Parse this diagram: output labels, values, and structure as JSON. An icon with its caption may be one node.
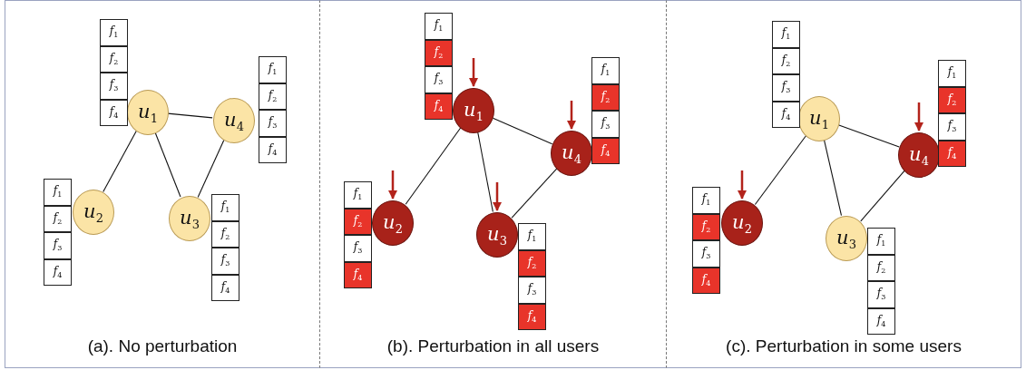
{
  "diagram": {
    "nodes": [
      {
        "text": [
          "(a). No perturbation"
        ]
      },
      {
        "text": [
          "*u*$_{1}$"
        ],
        "in": 0
      },
      {
        "text": [
          "*f*$_{1}$"
        ],
        "in": 0
      },
      {
        "text": [
          "*f*$_{2}$"
        ],
        "in": 0
      },
      {
        "text": [
          "*f*$_{3}$"
        ],
        "in": 0
      },
      {
        "text": [
          "*f*$_{4}$"
        ],
        "in": 0
      },
      {
        "text": [
          "*u*$_{2}$"
        ],
        "in": 0
      },
      {
        "text": [
          "*f*$_{1}$"
        ],
        "in": 0
      },
      {
        "text": [
          "*f*$_{2}$"
        ],
        "in": 0
      },
      {
        "text": [
          "*f*$_{3}$"
        ],
        "in": 0
      },
      {
        "text": [
          "*f*$_{4}$"
        ],
        "in": 0
      },
      {
        "text": [
          "*u*$_{3}$"
        ],
        "in": 0
      },
      {
        "text": [
          "*f*$_{1}$"
        ],
        "in": 0
      },
      {
        "text": [
          "*f*$_{2}$"
        ],
        "in": 0
      },
      {
        "text": [
          "*f*$_{3}$"
        ],
        "in": 0
      },
      {
        "text": [
          "*f*$_{4}$"
        ],
        "in": 0
      },
      {
        "text": [
          "*u*$_{4}$"
        ],
        "in": 0
      },
      {
        "text": [
          "*f*$_{1}$"
        ],
        "in": 0
      },
      {
        "text": [
          "*f*$_{2}$"
        ],
        "in": 0
      },
      {
        "text": [
          "*f*$_{3}$"
        ],
        "in": 0
      },
      {
        "text": [
          "*f*$_{4}$"
        ],
        "in": 0
      },
      {
        "text": [
          "(b). Perturbation in all users"
        ]
      },
      {
        "text": [
          "*u*$_{1}$"
        ],
        "in": 21
      },
      {
        "text": [
          "*f*$_{1}$"
        ],
        "in": 21
      },
      {
        "text": [
          "*f*$_{2}$"
        ],
        "in": 21
      },
      {
        "text": [
          "*f*$_{3}$"
        ],
        "in": 21
      },
      {
        "text": [
          "*f*$_{4}$"
        ],
        "in": 21
      },
      {
        "text": [
          "*u*$_{2}$"
        ],
        "in": 21
      },
      {
        "text": [
          "*f*$_{1}$"
        ],
        "in": 21
      },
      {
        "text": [
          "*f*$_{2}$"
        ],
        "in": 21
      },
      {
        "text": [
          "*f*$_{3}$"
        ],
        "in": 21
      },
      {
        "text": [
          "*f*$_{4}$"
        ],
        "in": 21
      },
      {
        "text": [
          "*u*$_{3}$"
        ],
        "in": 21
      },
      {
        "text": [
          "*f*$_{1}$"
        ],
        "in": 21
      },
      {
        "text": [
          "*f*$_{2}$"
        ],
        "in": 21
      },
      {
        "text": [
          "*f*$_{3}$"
        ],
        "in": 21
      },
      {
        "text": [
          "*f*$_{4}$"
        ],
        "in": 21
      },
      {
        "text": [
          "*u*$_{4}$"
        ],
        "in": 21
      },
      {
        "text": [
          "*f*$_{1}$"
        ],
        "in": 21
      },
      {
        "text": [
          "*f*$_{2}$"
        ],
        "in": 21
      },
      {
        "text": [
          "*f*$_{3}$"
        ],
        "in": 21
      },
      {
        "text": [
          "*f*$_{4}$"
        ],
        "in": 21
      },
      {
        "text": [
          "(c). Perturbation in some users"
        ]
      },
      {
        "text": [
          "*u*$_{1}$"
        ],
        "in": 42
      },
      {
        "text": [
          "*f*$_{1}$"
        ],
        "in": 42
      },
      {
        "text": [
          "*f*$_{2}$"
        ],
        "in": 42
      },
      {
        "text": [
          "*f*$_{3}$"
        ],
        "in": 42
      },
      {
        "text": [
          "*f*$_{4}$"
        ],
        "in": 42
      },
      {
        "text": [
          "*u*$_{2}$"
        ],
        "in": 42
      },
      {
        "text": [
          "*f*$_{1}$"
        ],
        "in": 42
      },
      {
        "text": [
          "*f*$_{2}$"
        ],
        "in": 42
      },
      {
        "text": [
          "*f*$_{3}$"
        ],
        "in": 42
      },
      {
        "text": [
          "*f*$_{4}$"
        ],
        "in": 42
      },
      {
        "text": [
          "*u*$_{3}$"
        ],
        "in": 42
      },
      {
        "text": [
          "*f*$_{1}$"
        ],
        "in": 42
      },
      {
        "text": [
          "*f*$_{2}$"
        ],
        "in": 42
      },
      {
        "text": [
          "*f*$_{3}$"
        ],
        "in": 42
      },
      {
        "text": [
          "*f*$_{4}$"
        ],
        "in": 42
      },
      {
        "text": [
          "*u*$_{4}$"
        ],
        "in": 42
      },
      {
        "text": [
          "*f*$_{1}$"
        ],
        "in": 42
      },
      {
        "text": [
          "*f*$_{2}$"
        ],
        "in": 42
      },
      {
        "text": [
          "*f*$_{3}$"
        ],
        "in": 42
      },
      {
        "text": [
          "*f*$_{4}$"
        ],
        "in": 42
      }
    ],
    "edges": [
      {
        "from": 1,
        "to": 6,
        "arrow": "none"
      },
      {
        "from": 1,
        "to": 11,
        "arrow": "none"
      },
      {
        "from": 1,
        "to": 16,
        "arrow": "none"
      },
      {
        "from": 11,
        "to": 16,
        "arrow": "none"
      },
      {
        "from": 22,
        "to": 27,
        "arrow": "none"
      },
      {
        "from": 22,
        "to": 32,
        "arrow": "none"
      },
      {
        "from": 22,
        "to": 37,
        "arrow": "none"
      },
      {
        "from": 32,
        "to": 37,
        "arrow": "none"
      },
      {
        "from": null,
        "to": 22,
        "arrow": "to",
        "color": "#b3231b"
      },
      {
        "from": null,
        "to": 27,
        "arrow": "to",
        "color": "#b3231b"
      },
      {
        "from": null,
        "to": 32,
        "arrow": "to",
        "color": "#b3231b"
      },
      {
        "from": null,
        "to": 37,
        "arrow": "to",
        "color": "#b3231b"
      },
      {
        "from": 43,
        "to": 48,
        "arrow": "none"
      },
      {
        "from": 43,
        "to": 53,
        "arrow": "none"
      },
      {
        "from": 43,
        "to": 58,
        "arrow": "none"
      },
      {
        "from": 53,
        "to": 58,
        "arrow": "none"
      },
      {
        "from": null,
        "to": 48,
        "arrow": "to",
        "color": "#b3231b"
      },
      {
        "from": null,
        "to": 58,
        "arrow": "to",
        "color": "#b3231b"
      }
    ]
  }
}
